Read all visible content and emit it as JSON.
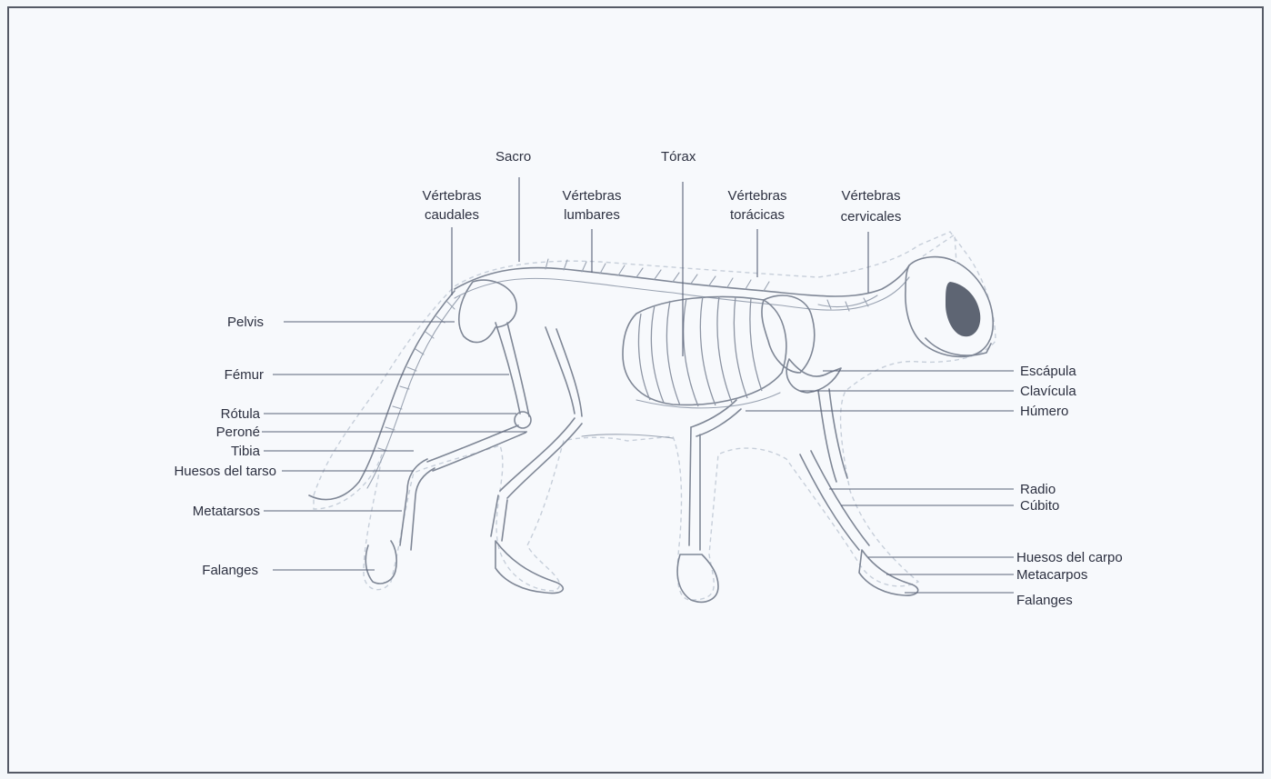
{
  "labels": {
    "sacro": "Sacro",
    "torax": "Tórax",
    "vert_caudales_1": "Vértebras",
    "vert_caudales_2": "caudales",
    "vert_lumbares_1": "Vértebras",
    "vert_lumbares_2": "lumbares",
    "vert_toracicas_1": "Vértebras",
    "vert_toracicas_2": "torácicas",
    "vert_cervicales_1": "Vértebras",
    "vert_cervicales_2": "cervicales",
    "pelvis": "Pelvis",
    "femur": "Fémur",
    "rotula": "Rótula",
    "perone": "Peroné",
    "tibia": "Tibia",
    "huesos_tarso": "Huesos del tarso",
    "metatarsos": "Metatarsos",
    "falanges_left": "Falanges",
    "escapula": "Escápula",
    "clavicula": "Clavícula",
    "humero": "Húmero",
    "radio": "Radio",
    "cubito": "Cúbito",
    "huesos_carpo": "Huesos del carpo",
    "metacarpos": "Metacarpos",
    "falanges_right": "Falanges"
  },
  "colors": {
    "background": "#f4f7fa",
    "frame": "#555a66",
    "bone": "#7f8796",
    "leader": "#5a6278",
    "text": "#2c3040"
  }
}
